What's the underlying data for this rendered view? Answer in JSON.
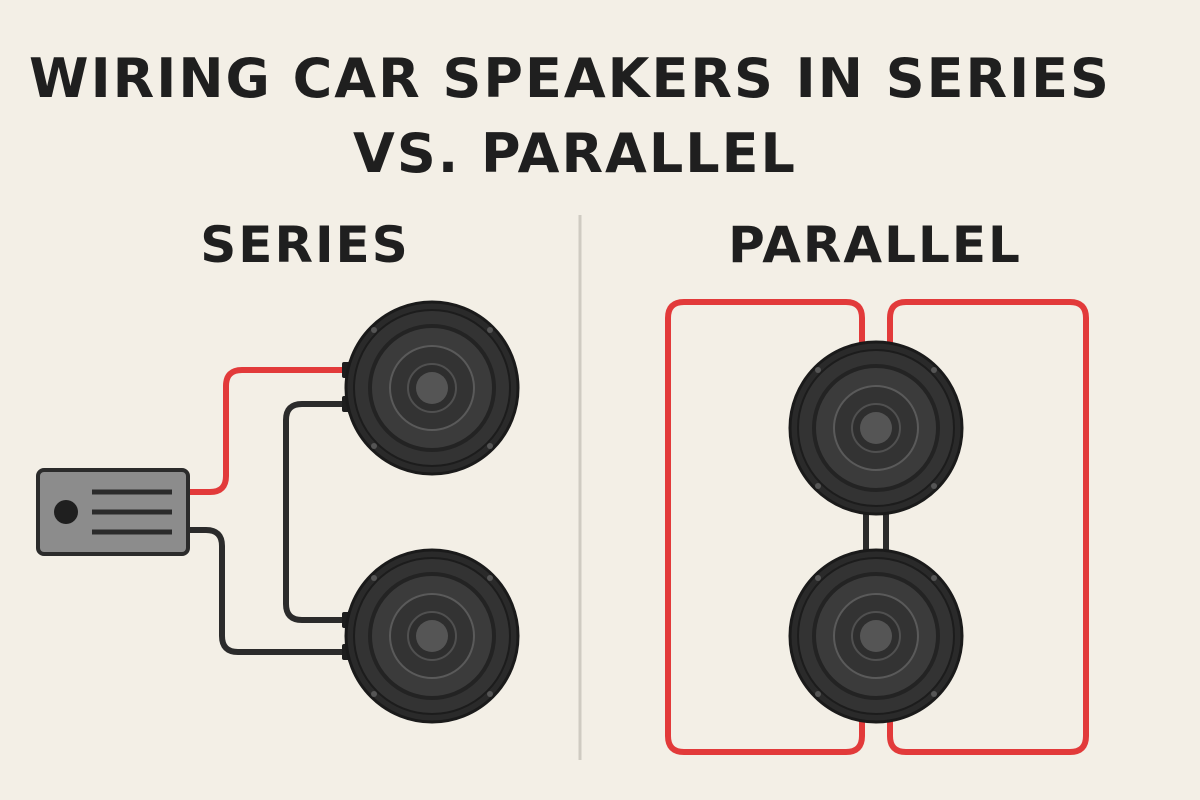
{
  "title": {
    "line1": "WIRING CAR SPEAKERS IN SERIES",
    "line2": "VS. PARALLEL"
  },
  "sections": {
    "series": {
      "heading": "SERIES"
    },
    "parallel": {
      "heading": "PARALLEL"
    }
  },
  "colors": {
    "background": "#f3efe6",
    "text": "#1f1f1f",
    "positive_wire": "#e23a3a",
    "negative_wire": "#2b2b2b",
    "speaker_body": "#2e2e2e",
    "amplifier_body": "#8a8a8a",
    "divider": "#c9c5bc"
  },
  "icons": {
    "amplifier": "amplifier-icon",
    "speaker": "speaker-icon"
  }
}
